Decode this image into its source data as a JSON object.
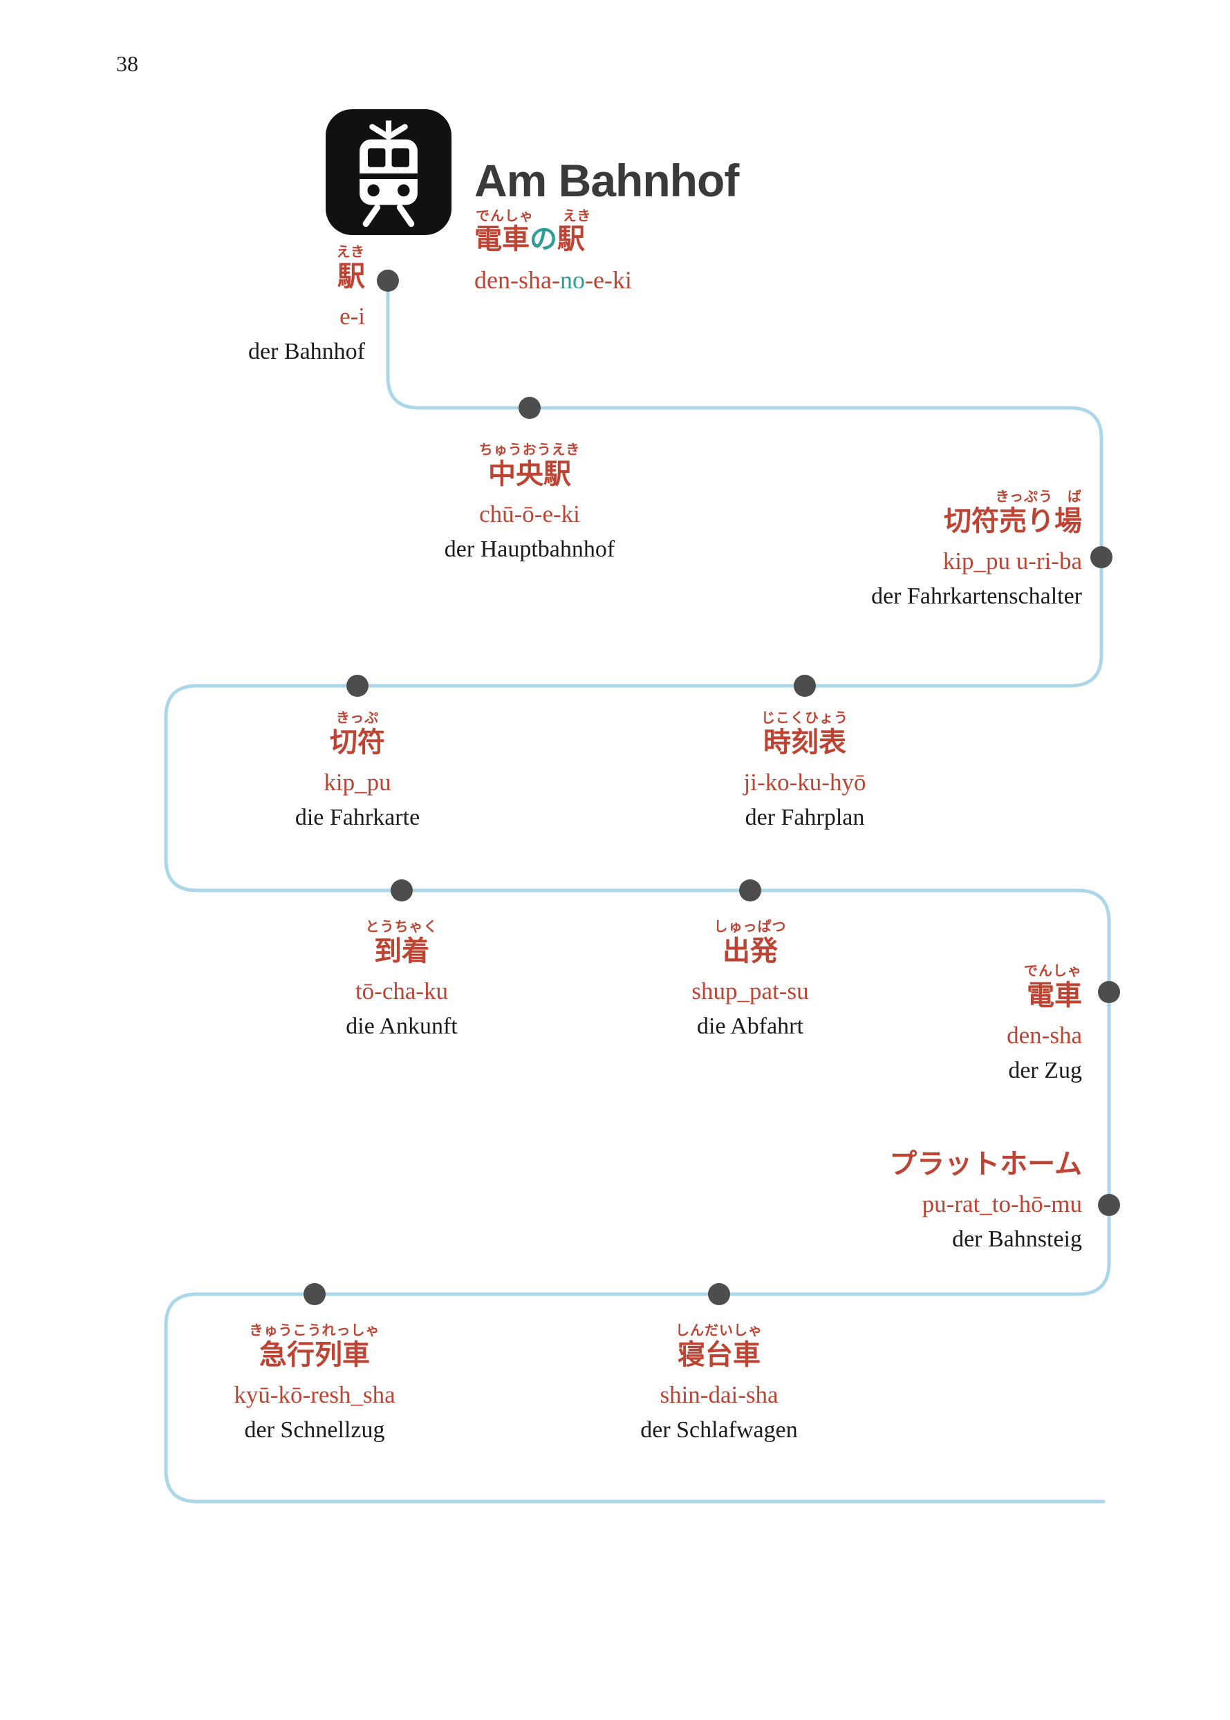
{
  "page_number": "38",
  "colors": {
    "accent_red": "#bf4333",
    "accent_teal": "#2f9e96",
    "line_blue": "#abd7e8",
    "dot_gray": "#4d4d4d",
    "text_black": "#1c1c1c"
  },
  "header": {
    "title": "Am Bahnhof",
    "icon": "train-icon",
    "furigana": "でんしゃ　　えき",
    "kanji_part_1": "電車",
    "kanji_part_2": "の",
    "kanji_part_3": "駅",
    "romaji_part_1": "den-sha-",
    "romaji_part_2": "no",
    "romaji_part_3": "-e-ki"
  },
  "stations": [
    {
      "furigana": "えき",
      "kanji": "駅",
      "romaji": "e-i",
      "german": "der Bahnhof"
    },
    {
      "furigana": "ちゅうおうえき",
      "kanji": "中央駅",
      "romaji": "chū-ō-e-ki",
      "german": "der Hauptbahnhof"
    },
    {
      "furigana": "きっぷう　ば",
      "kanji": "切符売り場",
      "romaji": "kip_pu u-ri-ba",
      "german": "der Fahrkartenschalter"
    },
    {
      "furigana": "きっぷ",
      "kanji": "切符",
      "romaji": "kip_pu",
      "german": "die Fahrkarte"
    },
    {
      "furigana": "じこくひょう",
      "kanji": "時刻表",
      "romaji": "ji-ko-ku-hyō",
      "german": "der Fahrplan"
    },
    {
      "furigana": "とうちゃく",
      "kanji": "到着",
      "romaji": "tō-cha-ku",
      "german": "die Ankunft"
    },
    {
      "furigana": "しゅっぱつ",
      "kanji": "出発",
      "romaji": "shup_pat-su",
      "german": "die Abfahrt"
    },
    {
      "furigana": "でんしゃ",
      "kanji": "電車",
      "romaji": "den-sha",
      "german": "der Zug"
    },
    {
      "furigana": "",
      "kanji": "プラットホーム",
      "romaji": "pu-rat_to-hō-mu",
      "german": "der Bahnsteig"
    },
    {
      "furigana": "きゅうこうれっしゃ",
      "kanji": "急行列車",
      "romaji": "kyū-kō-resh_sha",
      "german": "der Schnellzug"
    },
    {
      "furigana": "しんだいしゃ",
      "kanji": "寝台車",
      "romaji": "shin-dai-sha",
      "german": "der Schlafwagen"
    }
  ]
}
